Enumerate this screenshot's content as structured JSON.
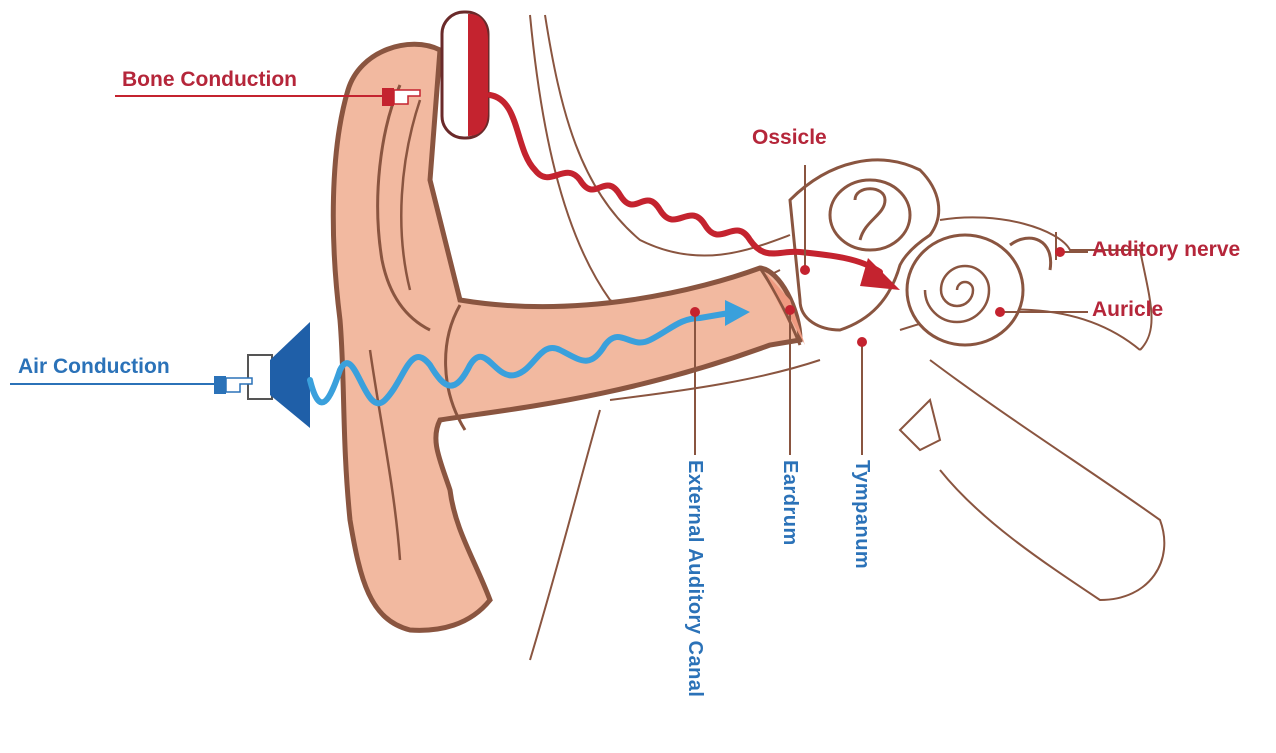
{
  "labels": {
    "bone_conduction": "Bone Conduction",
    "air_conduction": "Air Conduction",
    "ossicle": "Ossicle",
    "auditory_nerve": "Auditory nerve",
    "auricle": "Auricle",
    "external_canal": "External Auditory  Canal",
    "eardrum": "Eardrum",
    "tympanum": "Tympanum"
  },
  "colors": {
    "skin_fill": "#f2b9a0",
    "outline": "#8a5540",
    "bone_red": "#c4232f",
    "air_blue": "#3aa0dc",
    "speaker_blue": "#1f5fa8",
    "label_red": "#b5263a",
    "label_blue": "#2b72b8"
  },
  "icons": [
    "bone-conduction-device-icon",
    "speaker-icon",
    "pointing-hand-icon"
  ]
}
